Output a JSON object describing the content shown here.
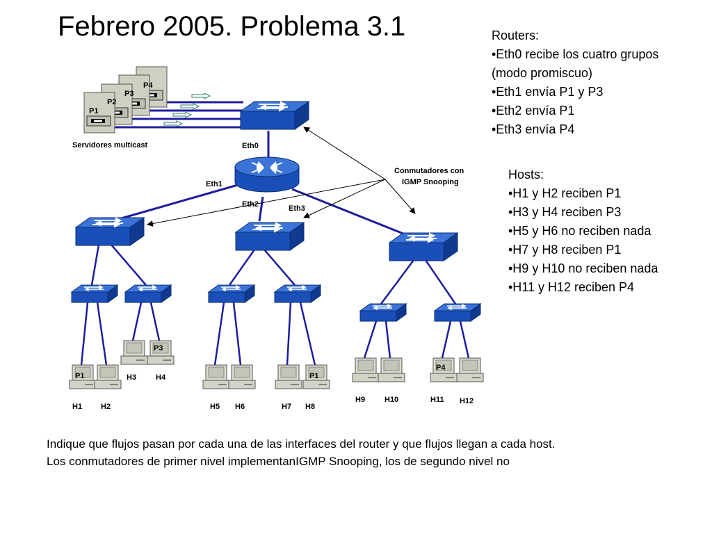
{
  "title": "Febrero 2005. Problema 3.1",
  "routers": {
    "heading": "Routers:",
    "items": [
      "•Eth0 recibe los cuatro grupos",
      "(modo promiscuo)",
      "•Eth1 envía P1 y P3",
      "•Eth2 envía P1",
      "•Eth3 envía P4"
    ]
  },
  "hosts": {
    "heading": "Hosts:",
    "items": [
      "•H1 y H2 reciben P1",
      "•H3 y H4 reciben P3",
      "•H5 y H6 no reciben nada",
      "•H7 y H8 reciben P1",
      "•H9 y H10 no reciben nada",
      "•H11 y H12 reciben P4"
    ]
  },
  "diagram": {
    "servers_label": "Servidores multicast",
    "servers": [
      "P1",
      "P2",
      "P3",
      "P4"
    ],
    "interfaces": {
      "eth0": "Eth0",
      "eth1": "Eth1",
      "eth2": "Eth2",
      "eth3": "Eth3"
    },
    "switch_note_line1": "Conmutadores con",
    "switch_note_line2": "IGMP Snooping",
    "hosts": [
      "H1",
      "H2",
      "H3",
      "H4",
      "H5",
      "H6",
      "H7",
      "H8",
      "H9",
      "H10",
      "H11",
      "H12"
    ],
    "host_groups": {
      "h1": "P1",
      "h4": "P3",
      "h8": "P1",
      "h11": "P4"
    }
  },
  "question": {
    "line1": "Indique que flujos pasan por cada una de las interfaces del router y que flujos llegan a cada host.",
    "line2": "Los conmutadores de primer nivel implementanIGMP Snooping, los de segundo nivel no"
  }
}
